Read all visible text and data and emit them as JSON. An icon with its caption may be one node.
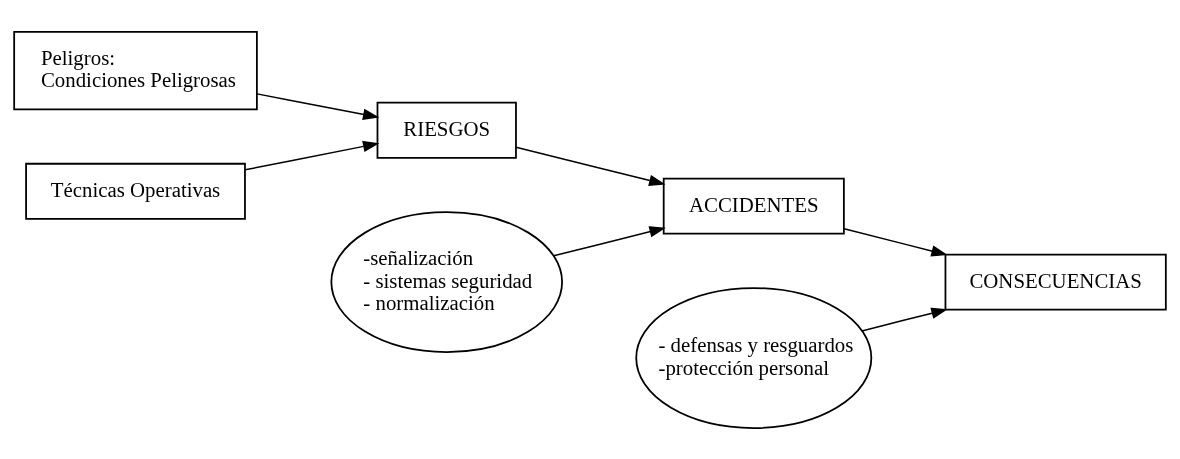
{
  "diagram": {
    "nodes": [
      {
        "text": [
          "Peligros:",
          "Condiciones Peligrosas"
        ]
      },
      {
        "text": [
          "Técnicas Operativas"
        ]
      },
      {
        "text": [
          "RIESGOS"
        ]
      },
      {
        "text": [
          "-señalización",
          "- sistemas seguridad",
          "- normalización"
        ]
      },
      {
        "text": [
          "ACCIDENTES"
        ]
      },
      {
        "text": [
          "- defensas y resguardos",
          "-protección personal"
        ]
      },
      {
        "text": [
          "CONSECUENCIAS"
        ]
      }
    ],
    "edges": [
      {
        "from": 0,
        "to": 2,
        "arrow": "to"
      },
      {
        "from": 1,
        "to": 2,
        "arrow": "to"
      },
      {
        "from": 2,
        "to": 4,
        "arrow": "to"
      },
      {
        "from": 3,
        "to": 4,
        "arrow": "to"
      },
      {
        "from": 4,
        "to": 6,
        "arrow": "to"
      },
      {
        "from": 5,
        "to": 6,
        "arrow": "to"
      }
    ]
  }
}
